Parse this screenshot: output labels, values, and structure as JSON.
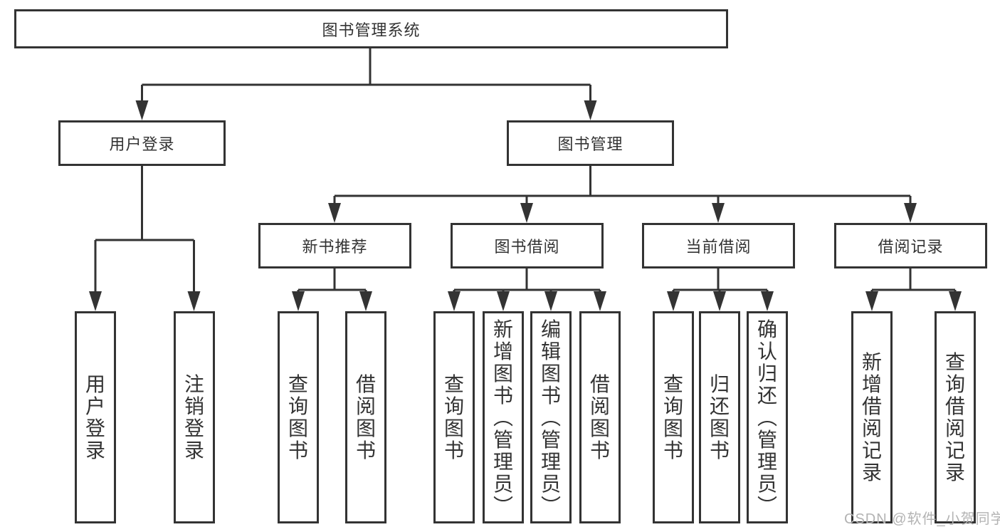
{
  "diagram": {
    "root": {
      "label": "图书管理系统"
    },
    "level2": [
      {
        "label": "用户登录"
      },
      {
        "label": "图书管理"
      }
    ],
    "level3": [
      {
        "label": "新书推荐"
      },
      {
        "label": "图书借阅"
      },
      {
        "label": "当前借阅"
      },
      {
        "label": "借阅记录"
      }
    ],
    "leaves": {
      "user_login": [
        "用户登录",
        "注销登录"
      ],
      "new_book_recommend": [
        "查询图书",
        "借阅图书"
      ],
      "book_borrow": [
        "查询图书",
        "新增图书（管理员）",
        "编辑图书（管理员）",
        "借阅图书"
      ],
      "current_borrow": [
        "查询图书",
        "归还图书",
        "确认归还（管理员）"
      ],
      "borrow_records": [
        "新增借阅记录",
        "查询借阅记录"
      ]
    }
  },
  "watermark": {
    "text": "CSDN @软件_小贺同学"
  },
  "colors": {
    "line": "#333333",
    "box_border": "#333333",
    "text": "#333333",
    "background": "#ffffff",
    "watermark": "#b3b3b3"
  }
}
